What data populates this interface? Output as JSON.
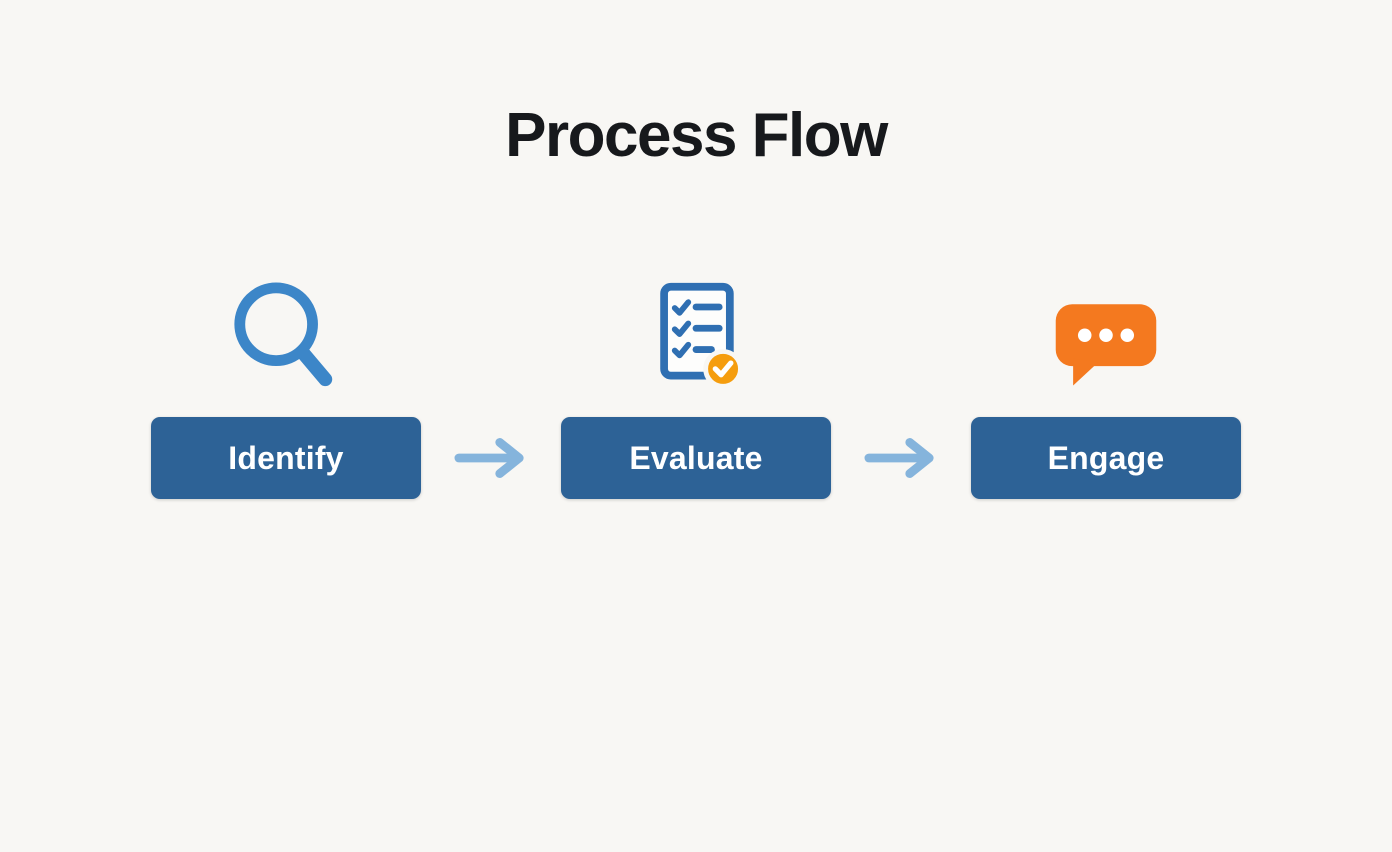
{
  "title": "Process Flow",
  "steps": [
    {
      "label": "Identify",
      "icon": "magnifier-icon"
    },
    {
      "label": "Evaluate",
      "icon": "checklist-icon"
    },
    {
      "label": "Engage",
      "icon": "chat-bubble-icon"
    }
  ],
  "colors": {
    "background": "#f8f7f4",
    "title_text": "#17191c",
    "step_button_bg": "#2d6296",
    "step_button_text": "#ffffff",
    "search_icon": "#3c86c8",
    "checklist_icon": "#2f6fb2",
    "badge_orange": "#f59d0e",
    "chat_orange": "#f4791f",
    "arrow": "#85b4dc"
  }
}
